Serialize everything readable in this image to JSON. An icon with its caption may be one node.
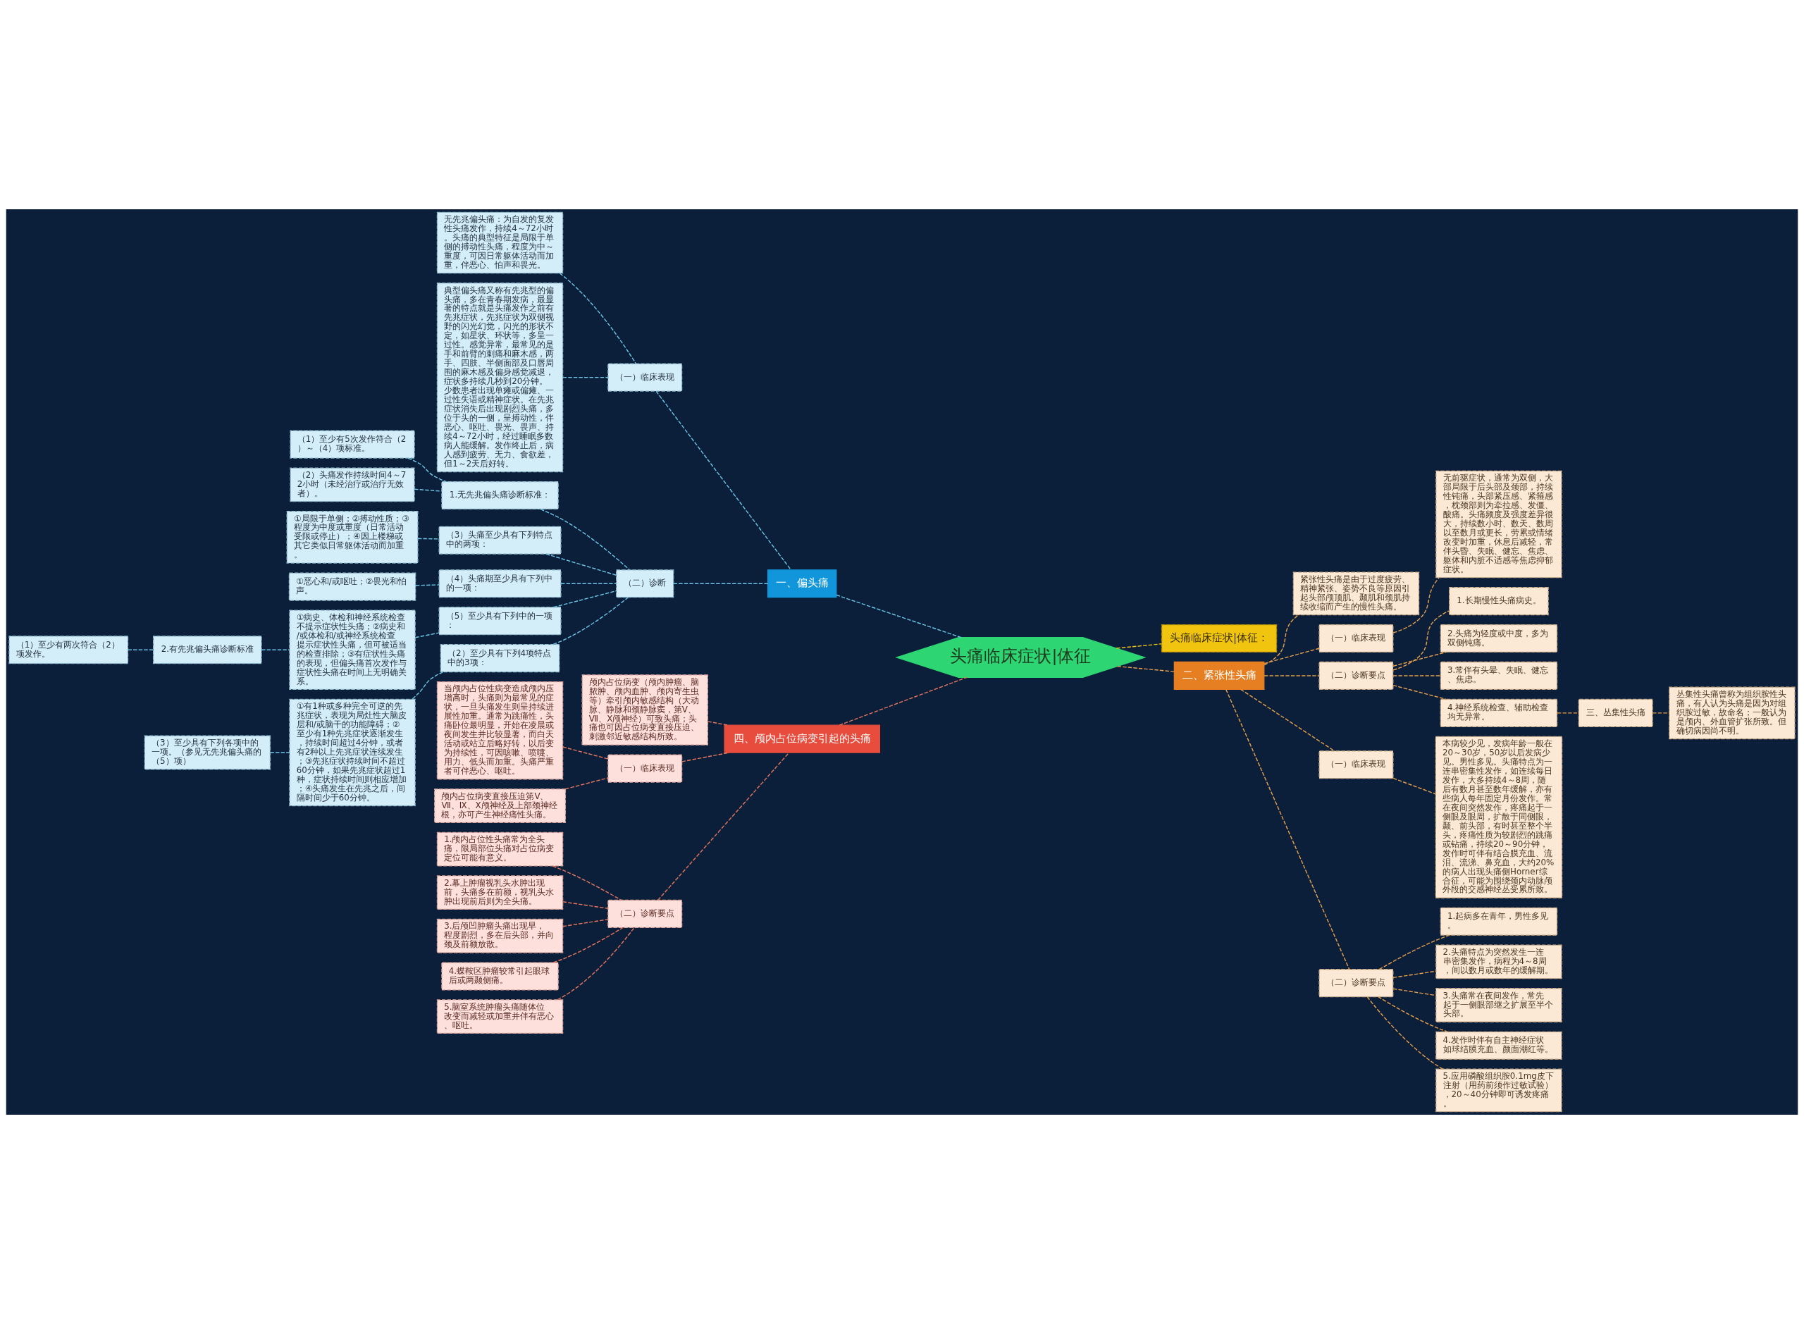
{
  "diagram": {
    "nodes": [
      {
        "text": [
          "头痛临床症状|体征"
        ]
      },
      {
        "text": [
          "一、偏头痛"
        ]
      },
      {
        "text": [
          "（一）临床表现"
        ]
      },
      {
        "text": [
          "无先兆偏头痛：为自发的复发性头痛发作，持续4～72小时。头痛的典型特征是局限于单侧的搏动性头痛，程度为中～重度，可因日常躯体活动而加重，伴恶心、怕声和畏光。"
        ]
      },
      {
        "text": [
          "典型偏头痛又称有先兆型的偏头痛，多在青春期发病，最显著的特点就是头痛发作之前有先兆症状，先兆症状为双侧视野的闪光幻觉，闪光的形状不定，如星状、环状等，多呈一过性。感觉异常，最常见的是手和前臂的刺痛和麻木感，两手、四肢、半侧面部及口唇周围的麻木感及偏身感觉减退，症状多持续几秒到20分钟。少数患者出现单瘫或偏瘫、一过性失语或精神症状。在先兆症状消失后出现剧烈头痛，多位于头的一侧，呈搏动性，伴恶心、呕吐、畏光、畏声、持续4～72小时，经过睡眠多数病人能缓解。发作终止后，病人感到疲劳、无力、食欲差，但1～2天后好转。"
        ]
      },
      {
        "text": [
          "（二）诊断"
        ]
      },
      {
        "text": [
          "1.无先兆偏头痛诊断标准："
        ]
      },
      {
        "text": [
          "（1）至少有5次发作符合（2）～（4）项标准。"
        ]
      },
      {
        "text": [
          "（2）头痛发作持续时间4～72小时（未经治疗或治疗无效者）。"
        ]
      },
      {
        "text": [
          "（3）头痛至少具有下列特点中的两项："
        ]
      },
      {
        "text": [
          "①局限于单侧；②搏动性质；③程度为中度或重度（日常活动受限或停止）；④因上楼梯或其它类似日常躯体活动而加重。"
        ]
      },
      {
        "text": [
          "（4）头痛期至少具有下列中的一项："
        ]
      },
      {
        "text": [
          "①恶心和/或呕吐；②畏光和怕声。"
        ]
      },
      {
        "text": [
          "（5）至少具有下列中的一项："
        ]
      },
      {
        "text": [
          "①病史、体检和神经系统检查不提示症状性头痛；②病史和/或体检和/或神经系统检查提示症状性头痛，但可被适当的检查排除；③有症状性头痛的表现，但偏头痛首次发作与症状性头痛在时间上无明确关系。"
        ]
      },
      {
        "text": [
          "2.有先兆偏头痛诊断标准"
        ]
      },
      {
        "text": [
          "（1）至少有两次符合（2）项发作。"
        ]
      },
      {
        "text": [
          "（2）至少具有下列4项特点中的3项："
        ]
      },
      {
        "text": [
          "①有1种或多种完全可逆的先兆症状，表现为局灶性大脑皮层和/或脑干的功能障碍；②至少有1种先兆症状逐渐发生，持续时间超过4分钟，或者有2种以上先兆症状连续发生；③先兆症状持续时间不超过60分钟，如果先兆症状超过1种，症状持续时间则相应增加；④头痛发生在先兆之后，间隔时间少于60分钟。"
        ]
      },
      {
        "text": [
          "（3）至少具有下列各项中的一项。（参见无先兆偏头痛的（5）项）"
        ]
      },
      {
        "text": [
          "四、颅内占位病变引起的头痛"
        ]
      },
      {
        "text": [
          "颅内占位病变（颅内肿瘤、脑脓肿、颅内血肿、颅内寄生虫等）牵引颅内敏感结构（大动脉、静脉和颈静脉窦，第Ⅴ、Ⅶ、Ⅹ颅神经）可致头痛；头痛也可因占位病变直接压迫、刺激邻近敏感结构所致。"
        ]
      },
      {
        "text": [
          "（一）临床表现"
        ]
      },
      {
        "text": [
          "当颅内占位性病变造成颅内压增高时，头痛则为最常见的症状，一旦头痛发生则呈持续进展性加重。通常为跳痛性，头痛卧位最明显，开始在凌晨或夜间发生并比较显著，而白天活动或站立后略好转，以后变为持续性，可因咳嗽、喷嚏、用力、低头而加重。头痛严重者可伴恶心、呕吐。"
        ]
      },
      {
        "text": [
          "颅内占位病变直接压迫第Ⅴ、Ⅶ、Ⅸ、Ⅹ颅神经及上部颈神经根，亦可产生神经痛性头痛。"
        ]
      },
      {
        "text": [
          "（二）诊断要点"
        ]
      },
      {
        "text": [
          "1.颅内占位性头痛常为全头痛，限局部位头痛对占位病变定位可能有意义。"
        ]
      },
      {
        "text": [
          "2.幕上肿瘤视乳头水肿出现前，头痛多在前额，视乳头水肿出现前后则为全头痛。"
        ]
      },
      {
        "text": [
          "3.后颅凹肿瘤头痛出现早，程度剧烈，多在后头部，并向颈及前额放散。"
        ]
      },
      {
        "text": [
          "4.蝶鞍区肿瘤较常引起眼球后或两颞侧痛。"
        ]
      },
      {
        "text": [
          "5.脑室系统肿瘤头痛随体位改变而减轻或加重并伴有恶心、呕吐。"
        ]
      },
      {
        "text": [
          "头痛临床症状|体征："
        ]
      },
      {
        "text": [
          "二、紧张性头痛"
        ]
      },
      {
        "text": [
          "紧张性头痛是由于过度疲劳、精神紧张、姿势不良等原因引起头部颅顶肌、颞肌和颈肌持续收缩而产生的慢性头痛。"
        ]
      },
      {
        "text": [
          "（一）临床表现"
        ]
      },
      {
        "text": [
          "无前驱症状，通常为双侧，大部局限于后头部及颈部，持续性钝痛，头部紧压感、紧箍感，枕颈部则为牵拉感、发僵、酸痛。头痛频度及强度差异很大，持续数小时、数天、数周以至数月或更长，劳累或情绪改变时加重，休息后减轻，常伴头昏、失眠、健忘、焦虑、躯体和内脏不适感等焦虑抑郁症状。"
        ]
      },
      {
        "text": [
          "（二）诊断要点"
        ]
      },
      {
        "text": [
          "1.长期慢性头痛病史。"
        ]
      },
      {
        "text": [
          "2.头痛为轻度或中度，多为双侧钝痛。"
        ]
      },
      {
        "text": [
          "3.常伴有头晕、失眠、健忘、焦虑。"
        ]
      },
      {
        "text": [
          "4.神经系统检查、辅助检查均无异常。"
        ]
      },
      {
        "text": [
          "三、丛集性头痛"
        ]
      },
      {
        "text": [
          "丛集性头痛曾称为组织胺性头痛，有人认为头痛是因为对组织胺过敏，故命名；一般认为是颅内、外血管扩张所致。但确切病因尚不明。"
        ]
      },
      {
        "text": [
          "（一）临床表现"
        ]
      },
      {
        "text": [
          "本病较少见，发病年龄一般在20～30岁，50岁以后发病少见。男性多见。头痛特点为一连串密集性发作，如连续每日发作，大多持续4～8周，随后有数月甚至数年缓解，亦有些病人每年固定月份发作。常在夜间突然发作，疼痛起于一侧眼及眼周，扩散于同侧眼，颞、前头部，有时甚至整个半头，疼痛性质为较剧烈的跳痛或钻痛，持续20～90分钟，发作时可伴有结合膜充血、流泪、流涕、鼻充血，大约20%的病人出现头痛侧Horner综合征，可能为围绕颈内动脉颅外段的交感神经丛受累所致。"
        ]
      },
      {
        "text": [
          "（二）诊断要点"
        ]
      },
      {
        "text": [
          "1.起病多在青年，男性多见。"
        ]
      },
      {
        "text": [
          "2.头痛特点为突然发生一连串密集发作，病程为4～8周，间以数月或数年的缓解期。"
        ]
      },
      {
        "text": [
          "3.头痛常在夜间发作，常先起于一侧眼部继之扩展至半个头部。"
        ]
      },
      {
        "text": [
          "4.发作时伴有自主神经症状如球结膜充血、颜面潮红等。"
        ]
      },
      {
        "text": [
          "5.应用磷酸组织胺0.1mg皮下注射（用药前须作过敏试验），20～40分钟即可诱发疼痛。"
        ]
      }
    ],
    "edges": [
      {
        "from": 1,
        "to": 0,
        "arrow": "none",
        "style": "dashed",
        "color": "#6ec6e6"
      },
      {
        "from": 2,
        "to": 1,
        "arrow": "none",
        "style": "dashed",
        "color": "#6ec6e6"
      },
      {
        "from": 3,
        "to": 2,
        "arrow": "none",
        "style": "dashed",
        "color": "#6ec6e6"
      },
      {
        "from": 4,
        "to": 2,
        "arrow": "none",
        "style": "dashed",
        "color": "#6ec6e6"
      },
      {
        "from": 5,
        "to": 1,
        "arrow": "none",
        "style": "dashed",
        "color": "#6ec6e6"
      },
      {
        "from": 6,
        "to": 5,
        "arrow": "none",
        "style": "dashed",
        "color": "#6ec6e6"
      },
      {
        "from": 7,
        "to": 6,
        "arrow": "none",
        "style": "dashed",
        "color": "#6ec6e6"
      },
      {
        "from": 8,
        "to": 6,
        "arrow": "none",
        "style": "dashed",
        "color": "#6ec6e6"
      },
      {
        "from": 9,
        "to": 5,
        "arrow": "none",
        "style": "dashed",
        "color": "#6ec6e6"
      },
      {
        "from": 10,
        "to": 9,
        "arrow": "none",
        "style": "dashed",
        "color": "#6ec6e6"
      },
      {
        "from": 11,
        "to": 5,
        "arrow": "none",
        "style": "dashed",
        "color": "#6ec6e6"
      },
      {
        "from": 12,
        "to": 11,
        "arrow": "none",
        "style": "dashed",
        "color": "#6ec6e6"
      },
      {
        "from": 13,
        "to": 5,
        "arrow": "none",
        "style": "dashed",
        "color": "#6ec6e6"
      },
      {
        "from": 14,
        "to": 13,
        "arrow": "none",
        "style": "dashed",
        "color": "#6ec6e6"
      },
      {
        "from": 15,
        "to": 14,
        "arrow": "none",
        "style": "dashed",
        "color": "#6ec6e6"
      },
      {
        "from": 16,
        "to": 15,
        "arrow": "none",
        "style": "dashed",
        "color": "#6ec6e6"
      },
      {
        "from": 17,
        "to": 5,
        "arrow": "none",
        "style": "dashed",
        "color": "#6ec6e6"
      },
      {
        "from": 18,
        "to": 17,
        "arrow": "none",
        "style": "dashed",
        "color": "#6ec6e6"
      },
      {
        "from": 19,
        "to": 18,
        "arrow": "none",
        "style": "dashed",
        "color": "#6ec6e6"
      },
      {
        "from": 20,
        "to": 0,
        "arrow": "none",
        "style": "dashed",
        "color": "#e8765c"
      },
      {
        "from": 21,
        "to": 20,
        "arrow": "none",
        "style": "dashed",
        "color": "#e8765c"
      },
      {
        "from": 22,
        "to": 20,
        "arrow": "none",
        "style": "dashed",
        "color": "#e8765c"
      },
      {
        "from": 23,
        "to": 22,
        "arrow": "none",
        "style": "dashed",
        "color": "#e8765c"
      },
      {
        "from": 24,
        "to": 22,
        "arrow": "none",
        "style": "dashed",
        "color": "#e8765c"
      },
      {
        "from": 25,
        "to": 20,
        "arrow": "none",
        "style": "dashed",
        "color": "#e8765c"
      },
      {
        "from": 26,
        "to": 25,
        "arrow": "none",
        "style": "dashed",
        "color": "#e8765c"
      },
      {
        "from": 27,
        "to": 25,
        "arrow": "none",
        "style": "dashed",
        "color": "#e8765c"
      },
      {
        "from": 28,
        "to": 25,
        "arrow": "none",
        "style": "dashed",
        "color": "#e8765c"
      },
      {
        "from": 29,
        "to": 25,
        "arrow": "none",
        "style": "dashed",
        "color": "#e8765c"
      },
      {
        "from": 30,
        "to": 25,
        "arrow": "none",
        "style": "dashed",
        "color": "#e8765c"
      },
      {
        "from": 0,
        "to": 31,
        "arrow": "none",
        "style": "dashed",
        "color": "#f1c40f"
      },
      {
        "from": 0,
        "to": 32,
        "arrow": "none",
        "style": "dashed",
        "color": "#e8a04a"
      },
      {
        "from": 32,
        "to": 33,
        "arrow": "none",
        "style": "dashed",
        "color": "#e8a04a"
      },
      {
        "from": 32,
        "to": 34,
        "arrow": "none",
        "style": "dashed",
        "color": "#e8a04a"
      },
      {
        "from": 34,
        "to": 35,
        "arrow": "none",
        "style": "dashed",
        "color": "#e8a04a"
      },
      {
        "from": 32,
        "to": 36,
        "arrow": "none",
        "style": "dashed",
        "color": "#e8a04a"
      },
      {
        "from": 36,
        "to": 37,
        "arrow": "none",
        "style": "dashed",
        "color": "#e8a04a"
      },
      {
        "from": 36,
        "to": 38,
        "arrow": "none",
        "style": "dashed",
        "color": "#e8a04a"
      },
      {
        "from": 36,
        "to": 39,
        "arrow": "none",
        "style": "dashed",
        "color": "#e8a04a"
      },
      {
        "from": 36,
        "to": 40,
        "arrow": "none",
        "style": "dashed",
        "color": "#e8a04a"
      },
      {
        "from": 40,
        "to": 41,
        "arrow": "none",
        "style": "dashed",
        "color": "#e8a04a"
      },
      {
        "from": 41,
        "to": 42,
        "arrow": "none",
        "style": "dashed",
        "color": "#e8a04a"
      },
      {
        "from": 32,
        "to": 43,
        "arrow": "none",
        "style": "dashed",
        "color": "#e8a04a"
      },
      {
        "from": 43,
        "to": 44,
        "arrow": "none",
        "style": "dashed",
        "color": "#e8a04a"
      },
      {
        "from": 32,
        "to": 45,
        "arrow": "none",
        "style": "dashed",
        "color": "#e8a04a"
      },
      {
        "from": 45,
        "to": 46,
        "arrow": "none",
        "style": "dashed",
        "color": "#e8a04a"
      },
      {
        "from": 45,
        "to": 47,
        "arrow": "none",
        "style": "dashed",
        "color": "#e8a04a"
      },
      {
        "from": 45,
        "to": 48,
        "arrow": "none",
        "style": "dashed",
        "color": "#e8a04a"
      },
      {
        "from": 45,
        "to": 49,
        "arrow": "none",
        "style": "dashed",
        "color": "#e8a04a"
      },
      {
        "from": 45,
        "to": 50,
        "arrow": "none",
        "style": "dashed",
        "color": "#e8a04a"
      }
    ]
  }
}
